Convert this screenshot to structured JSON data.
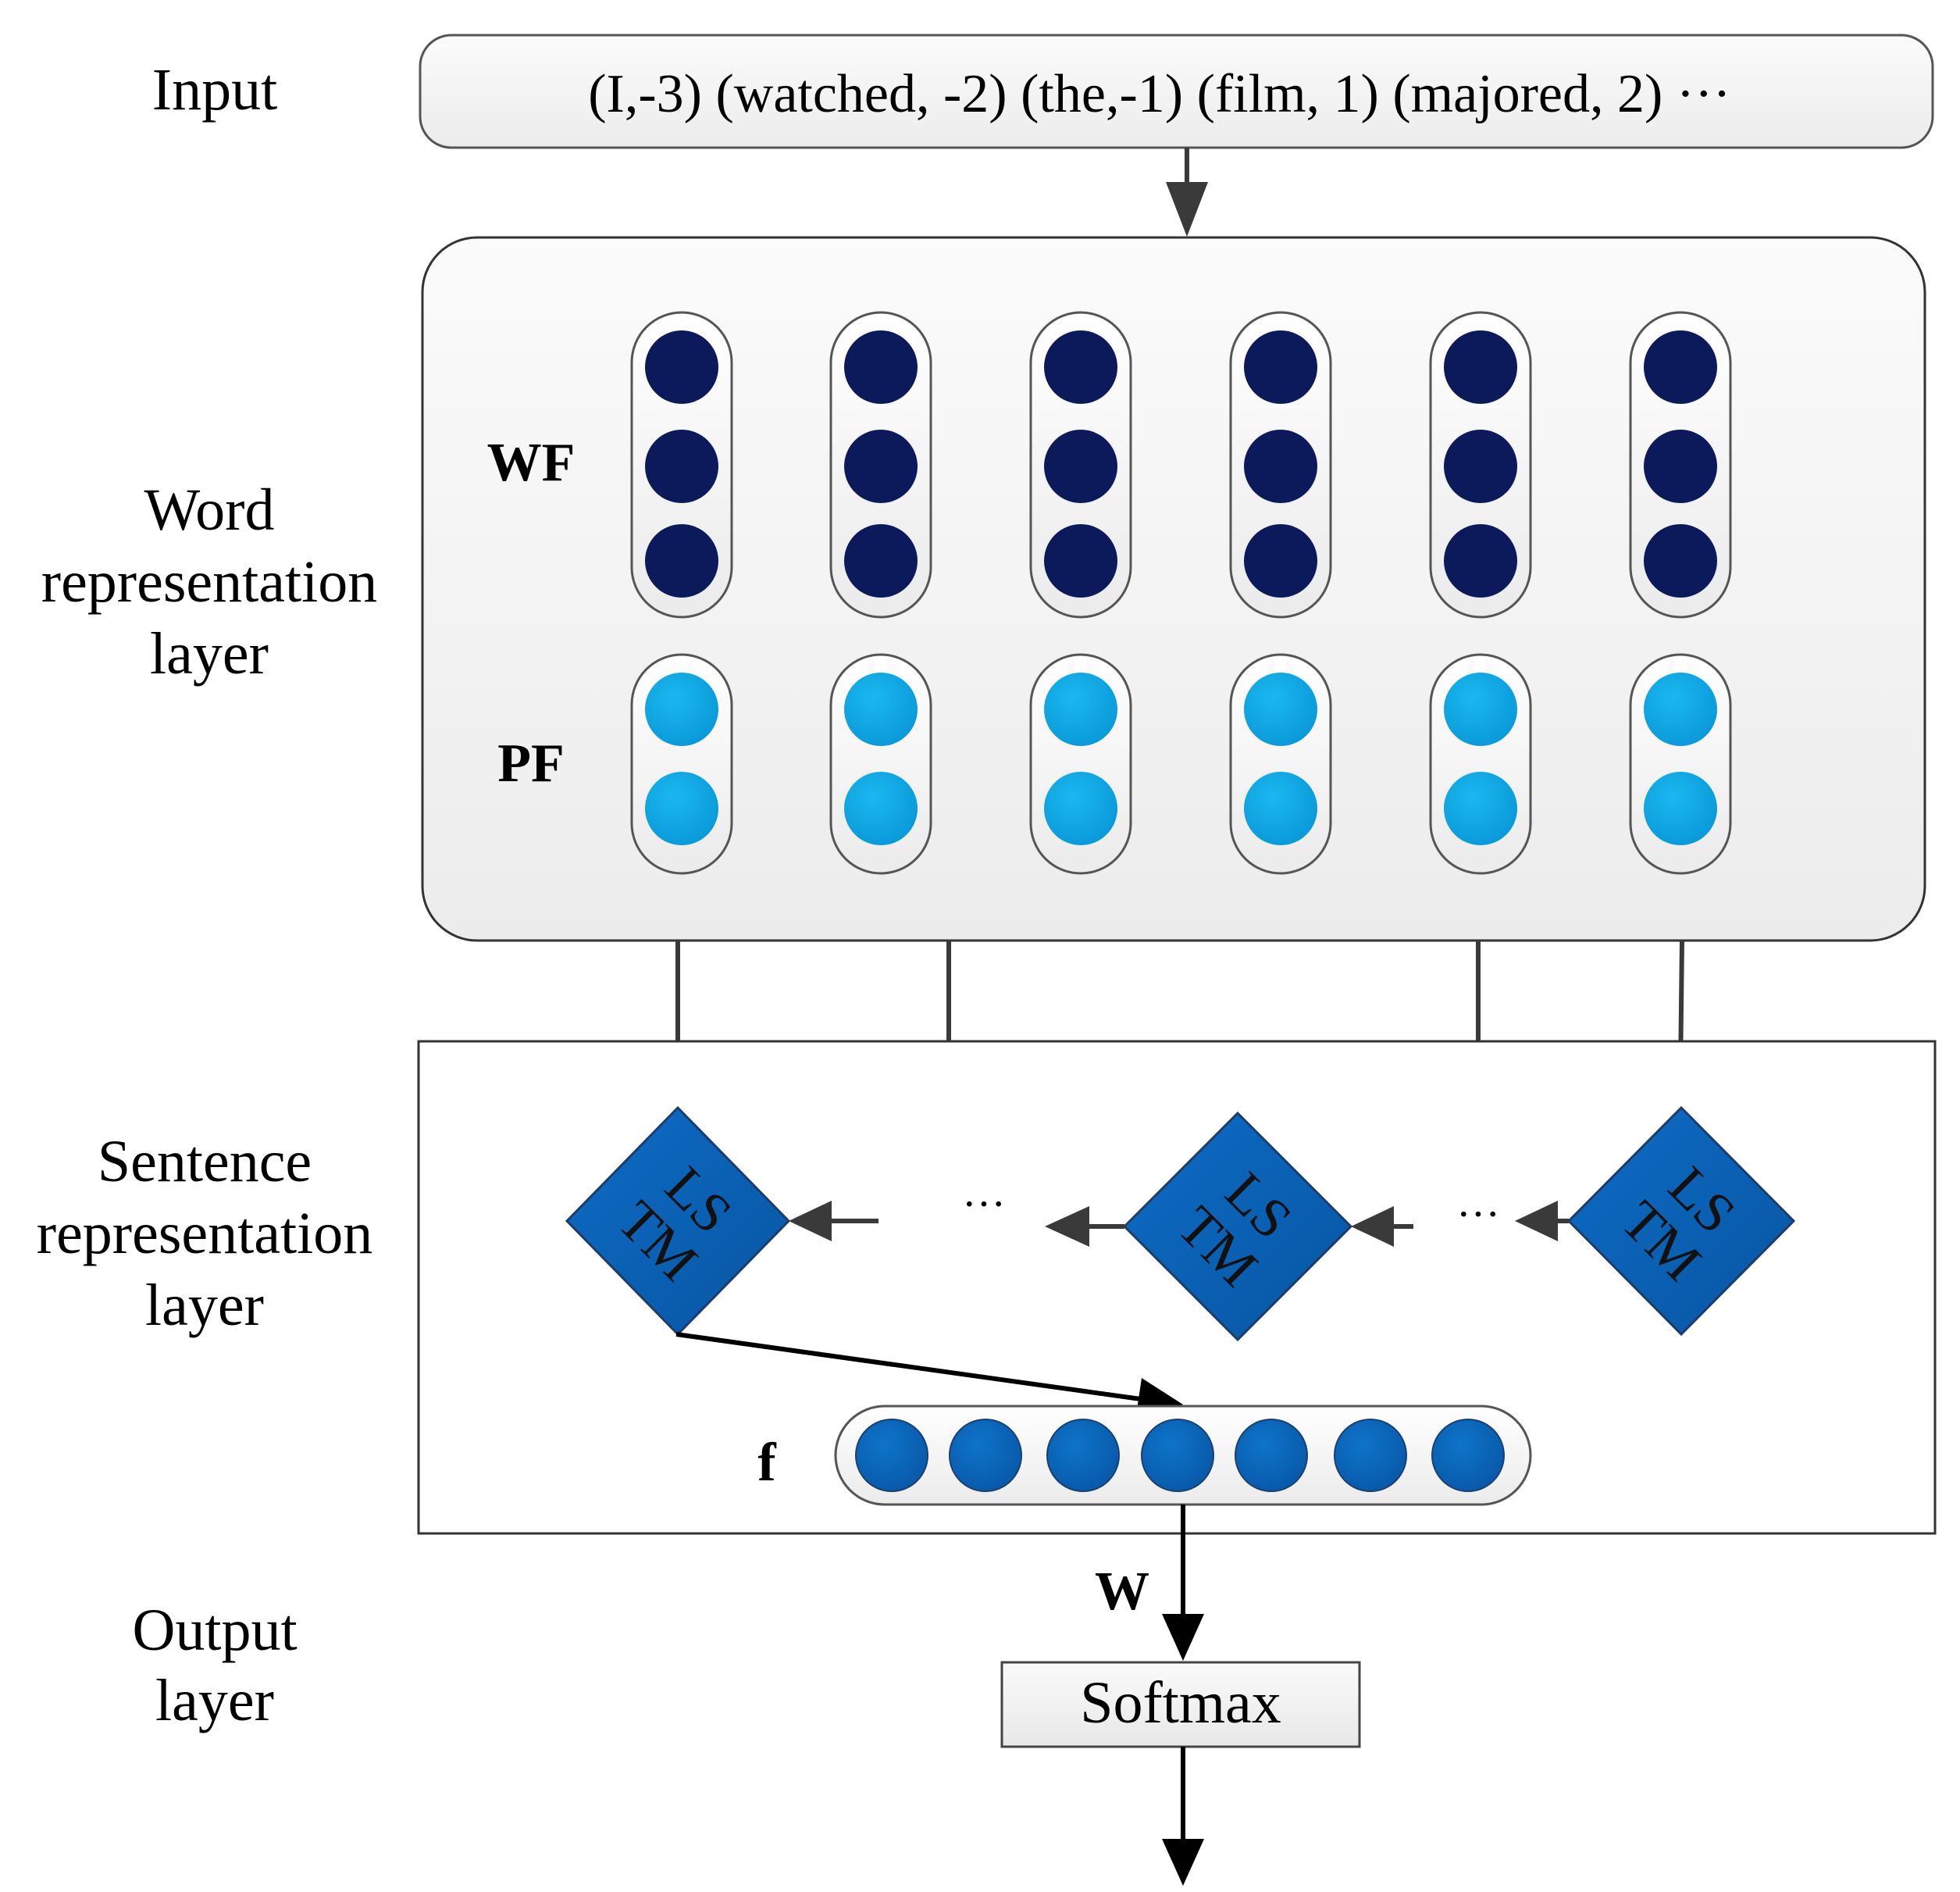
{
  "labels": {
    "input": "Input",
    "word_layer": [
      "Word",
      "representation",
      "layer"
    ],
    "sentence_layer": [
      "Sentence",
      "representation",
      "layer"
    ],
    "output_layer": [
      "Output",
      "layer"
    ]
  },
  "input_sequence": "(I,-3) (watched, -2) (the,-1) (film, 1) (majored, 2) ···",
  "feature_labels": {
    "wf": "WF",
    "pf": "PF"
  },
  "lstm": {
    "cell_line1": "LS",
    "cell_line2": "TM",
    "ellipsis": "···"
  },
  "vector_label": "f",
  "weight_label": "W",
  "softmax_label": "Softmax",
  "colors": {
    "wf_node": "#0c1a5b",
    "pf_node": "#0fa6e3",
    "lstm_cell": "#0b63b5",
    "f_node": "#0b67bd",
    "panel_fill": "#f2f2f2",
    "arrow": "#3a3a3a"
  }
}
